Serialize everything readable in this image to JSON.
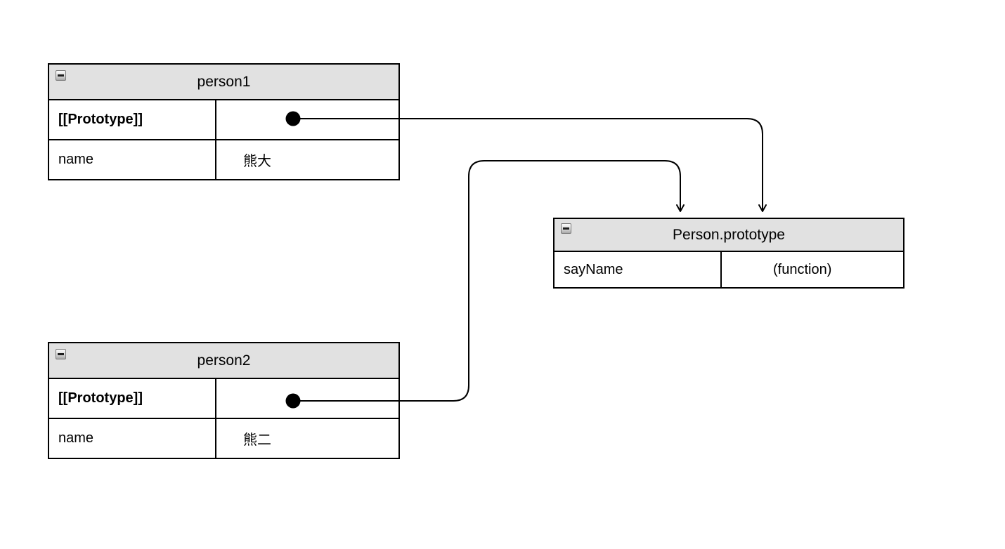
{
  "canvas": {
    "background": "#ffffff"
  },
  "palette": {
    "table_border": "#000000",
    "header_bg": "#e1e1e1",
    "arrow_color": "#000000",
    "collapse_btn_border": "#7a7a7a"
  },
  "icons": {
    "collapse": "minus-collapse-icon"
  },
  "tables": {
    "person1": {
      "title": "person1",
      "rows": [
        {
          "key": "[[Prototype]]",
          "value": "",
          "pointer": true
        },
        {
          "key": "name",
          "value": "熊大"
        }
      ]
    },
    "person2": {
      "title": "person2",
      "rows": [
        {
          "key": "[[Prototype]]",
          "value": "",
          "pointer": true
        },
        {
          "key": "name",
          "value": "熊二"
        }
      ]
    },
    "prototype": {
      "title": "Person.prototype",
      "rows": [
        {
          "key": "sayName",
          "value": "(function)"
        }
      ]
    }
  },
  "arrows": [
    {
      "from": "person1.[[Prototype]]",
      "to": "Person.prototype"
    },
    {
      "from": "person2.[[Prototype]]",
      "to": "Person.prototype"
    }
  ]
}
